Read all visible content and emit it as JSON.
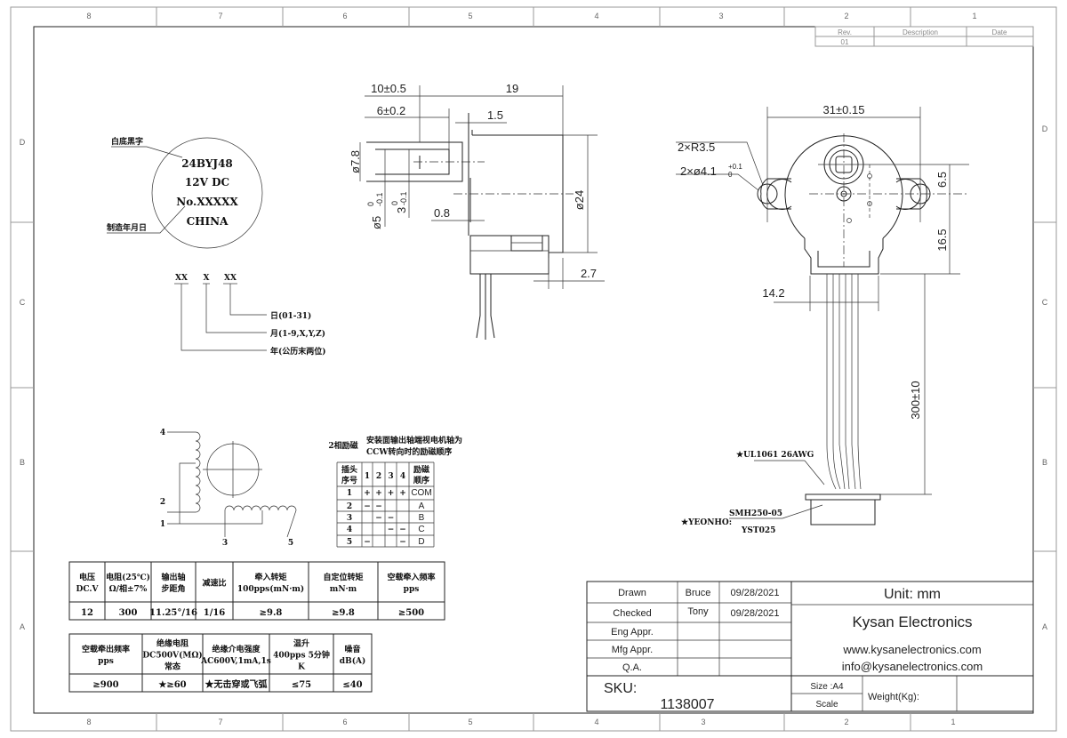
{
  "frame": {
    "col_labels": [
      "8",
      "7",
      "6",
      "5",
      "4",
      "3",
      "2",
      "1"
    ],
    "row_labels": [
      "D",
      "C",
      "B",
      "A"
    ]
  },
  "revision": {
    "headers": [
      "Rev.",
      "Description",
      "Date"
    ],
    "rows": [
      [
        "01",
        "",
        ""
      ]
    ]
  },
  "label_view": {
    "callout_top": "白底黑字",
    "lines": [
      "24BYJ48",
      "12V DC",
      "No.XXXXX",
      "CHINA"
    ],
    "callout_bottom": "制造年月日"
  },
  "date_code": {
    "parts": [
      "XX",
      "X",
      "XX"
    ],
    "legend": [
      "日(01-31)",
      "月(1-9,X,Y,Z)",
      "年(公历末两位)"
    ]
  },
  "side_view": {
    "dims": {
      "shaft_length": "10±0.5",
      "body_length": "19",
      "flat_length": "6±0.2",
      "flange": "1.5",
      "hub_dia": "ø7.8",
      "shaft_dia": "ø5",
      "shaft_dia_tol": "0",
      "shaft_dia_tol_low": "-0.1",
      "flat_width": "3",
      "flat_tol": "0",
      "flat_tol_low": "-0.1",
      "plate": "0.8",
      "body_dia": "ø24",
      "offset": "2.7"
    }
  },
  "front_view": {
    "dims": {
      "mount_spacing": "31±0.15",
      "ear_radius": "2×R3.5",
      "hole_dia": "2×ø4.1",
      "hole_tol": "+0.1",
      "hole_tol_low": "0",
      "shaft_offset": "6.5",
      "bottom": "16.5",
      "width": "14.2",
      "lead_length": "300±10"
    },
    "wire_note": "★UL1061  26AWG",
    "connector_brand": "★YEONHO:",
    "connector_housing": "SMH250-05",
    "connector_terminal": "YST025"
  },
  "wiring": {
    "pins": [
      "4",
      "2",
      "1",
      "3",
      "5"
    ]
  },
  "sequence": {
    "title": "2相励磁",
    "subtitle": [
      "安装面输出轴端视电机轴为",
      "CCW转向时的励磁顺序"
    ],
    "headers": [
      "插头\n序号",
      "1",
      "2",
      "3",
      "4",
      "励磁\n顺序"
    ],
    "header_lines": [
      [
        "插头",
        "序号"
      ],
      [
        "1"
      ],
      [
        "2"
      ],
      [
        "3"
      ],
      [
        "4"
      ],
      [
        "励磁",
        "顺序"
      ]
    ],
    "rows": [
      [
        "1",
        "+",
        "+",
        "+",
        "+",
        "COM"
      ],
      [
        "2",
        "−",
        "−",
        "",
        "",
        "A"
      ],
      [
        "3",
        "",
        "−",
        "−",
        "",
        "B"
      ],
      [
        "4",
        "",
        "",
        "−",
        "−",
        "C"
      ],
      [
        "5",
        "−",
        "",
        "",
        "−",
        "D"
      ]
    ]
  },
  "specs1": {
    "headers": [
      [
        "电压",
        "DC.V"
      ],
      [
        "电阻(25℃)",
        "Ω/相±7%"
      ],
      [
        "输出轴",
        "步距角"
      ],
      [
        "减速比"
      ],
      [
        "牵入转矩",
        "100pps(mN·m)"
      ],
      [
        "自定位转矩",
        "mN·m"
      ],
      [
        "空载牵入频率",
        "pps"
      ]
    ],
    "values": [
      "12",
      "300",
      "11.25°/16",
      "1/16",
      "≥9.8",
      "≥9.8",
      "≥500"
    ]
  },
  "specs2": {
    "headers": [
      [
        "空载牵出频率",
        "pps"
      ],
      [
        "绝缘电阻",
        "DC500V(MΩ)",
        "常态"
      ],
      [
        "绝缘介电强度",
        "AC600V,1mA,1s"
      ],
      [
        "温升",
        "400pps 5分钟",
        "K"
      ],
      [
        "噪音",
        "dB(A)"
      ]
    ],
    "values": [
      "≥900",
      "★≥60",
      "★无击穿或飞弧",
      "≤75",
      "≤40"
    ]
  },
  "title_block": {
    "rows": [
      {
        "role": "Drawn",
        "name": "Bruce",
        "date": "09/28/2021"
      },
      {
        "role": "Checked",
        "name": "Tony",
        "date": "09/28/2021"
      },
      {
        "role": "Eng Appr.",
        "name": "",
        "date": ""
      },
      {
        "role": "Mfg Appr.",
        "name": "",
        "date": ""
      },
      {
        "role": "Q.A.",
        "name": "",
        "date": ""
      }
    ],
    "unit": "Unit: mm",
    "company": "Kysan Electronics",
    "website": "www.kysanelectronics.com",
    "email": "info@kysanelectronics.com",
    "sku_label": "SKU:",
    "sku": "1138007",
    "size": "Size :A4",
    "scale": "Scale",
    "weight": "Weight(Kg):"
  }
}
